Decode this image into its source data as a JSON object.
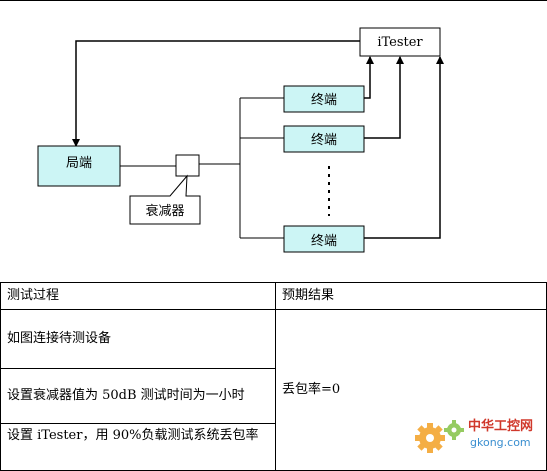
{
  "diagram": {
    "itester_label": "iTester",
    "terminal_label": "终端",
    "central_label": "局端",
    "attenuator_label": "衰减器"
  },
  "table": {
    "header": {
      "process": "测试过程",
      "expected": "预期结果"
    },
    "rows": [
      "如图连接待测设备",
      "设置衰减器值为 50dB  测试时间为一小时",
      "设置 iTester，用 90%负载测试系统丢包率"
    ],
    "expected_result": "丢包率=0"
  },
  "watermark": {
    "text_cn": "中华工控网",
    "text_en": "gkong.com"
  }
}
